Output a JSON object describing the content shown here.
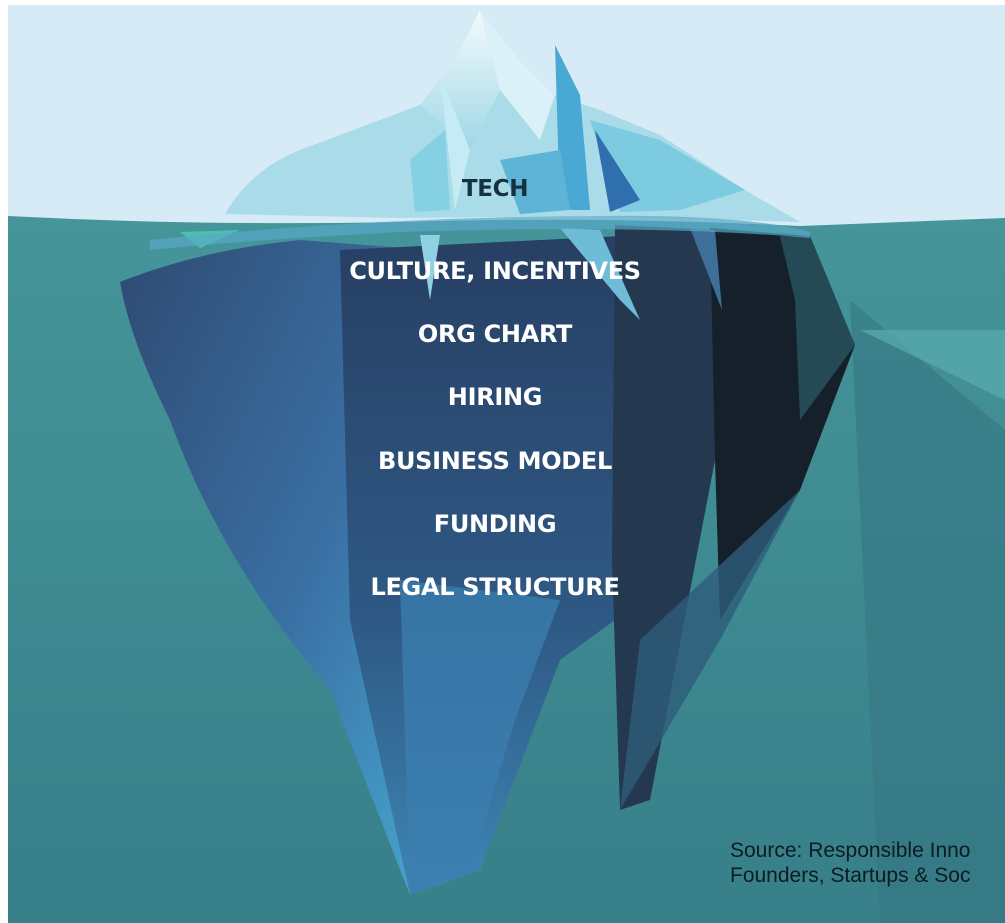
{
  "iceberg": {
    "above_water": "TECH",
    "below_water": [
      "CULTURE, INCENTIVES",
      "ORG CHART",
      "HIRING",
      "BUSINESS MODEL",
      "FUNDING",
      "LEGAL STRUCTURE"
    ]
  },
  "source": {
    "line1": "Source: Responsible Inno",
    "line2": "Founders, Startups & Soc"
  },
  "colors": {
    "sky": "#d6ebf5",
    "water": "#3f8c92",
    "water_deep": "#2d6b78",
    "ice_light": "#bfe6ef",
    "ice_mid": "#6fc0d8",
    "ice_deep": "#2b4f7c",
    "ice_dark": "#1a2c3c"
  }
}
